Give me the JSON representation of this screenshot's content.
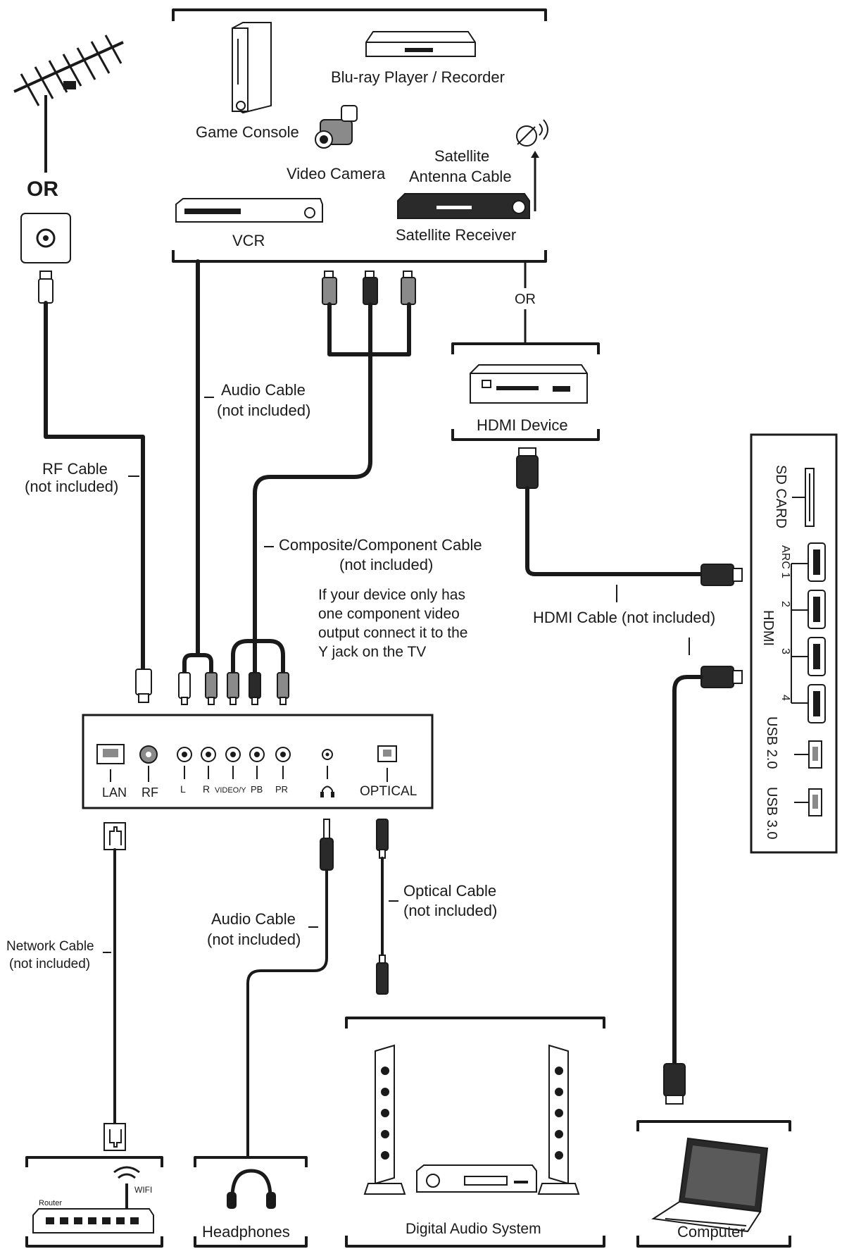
{
  "labels": {
    "or_top": "OR",
    "game_console": "Game Console",
    "bluray": "Blu-ray Player / Recorder",
    "video_camera": "Video Camera",
    "satellite_line1": "Satellite",
    "satellite_line2": "Antenna Cable",
    "vcr": "VCR",
    "satellite_receiver": "Satellite Receiver",
    "or_mid": "OR",
    "audio_cable_line1": "Audio Cable",
    "audio_cable_line2": "(not included)",
    "rf_cable_line1": "RF Cable",
    "rf_cable_line2": "(not included)",
    "hdmi_device": "HDMI Device",
    "composite_line1": "Composite/Component Cable",
    "composite_line2": "(not included)",
    "note_line1": "If your device only has",
    "note_line2": "one component video",
    "note_line3": "output connect it to the",
    "note_line4": "Y jack on the TV",
    "hdmi_cable": "HDMI Cable (not included)",
    "side_sd_card": "SD CARD",
    "side_arc1": "ARC 1",
    "side_2": "2",
    "side_hdmi": "HDMI",
    "side_3": "3",
    "side_4": "4",
    "side_usb2": "USB 2.0",
    "side_usb3": "USB 3.0",
    "port_lan": "LAN",
    "port_rf": "RF",
    "port_l": "L",
    "port_r": "R",
    "port_video": "VIDEO/Y",
    "port_pb": "PB",
    "port_pr": "PR",
    "port_optical": "OPTICAL",
    "network_line1": "Network Cable",
    "network_line2": "(not included)",
    "audio_cable2_line1": "Audio Cable",
    "audio_cable2_line2": "(not included)",
    "optical_line1": "Optical Cable",
    "optical_line2": "(not included)",
    "router_name": "Router",
    "wifi": "WIFI",
    "headphones": "Headphones",
    "digital_audio": "Digital Audio System",
    "computer": "Computer"
  },
  "icons": [
    "antenna-icon",
    "wall-outlet-icon",
    "game-console-icon",
    "bluray-icon",
    "video-camera-icon",
    "satellite-dish-icon",
    "vcr-icon",
    "satellite-receiver-icon",
    "hdmi-device-icon",
    "router-icon",
    "headphones-icon",
    "speaker-icon",
    "audio-receiver-icon",
    "laptop-icon"
  ]
}
